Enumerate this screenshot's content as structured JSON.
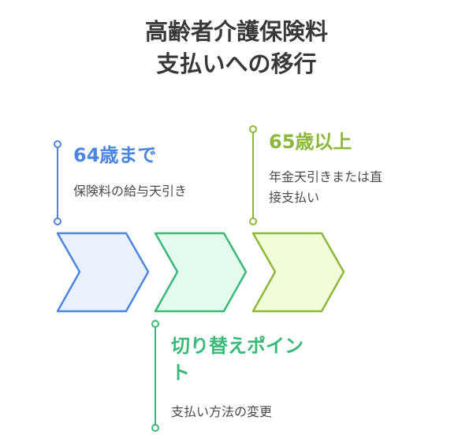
{
  "title": {
    "line1": "高齢者介護保険料",
    "line2": "支払いへの移行"
  },
  "stages": [
    {
      "label": "64歳まで",
      "description": "保険料の給与天引き",
      "color": "#4a86e0",
      "fill": "#eaf1fd"
    },
    {
      "label_line1": "切り替えポイン",
      "label_line2": "ト",
      "description": "支払い方法の変更",
      "color": "#3ab878",
      "fill": "#e3faee"
    },
    {
      "label": "65歳以上",
      "description_line1": "年金天引きまたは直",
      "description_line2": "接支払い",
      "color": "#8cb83a",
      "fill": "#f1fcd9"
    }
  ]
}
